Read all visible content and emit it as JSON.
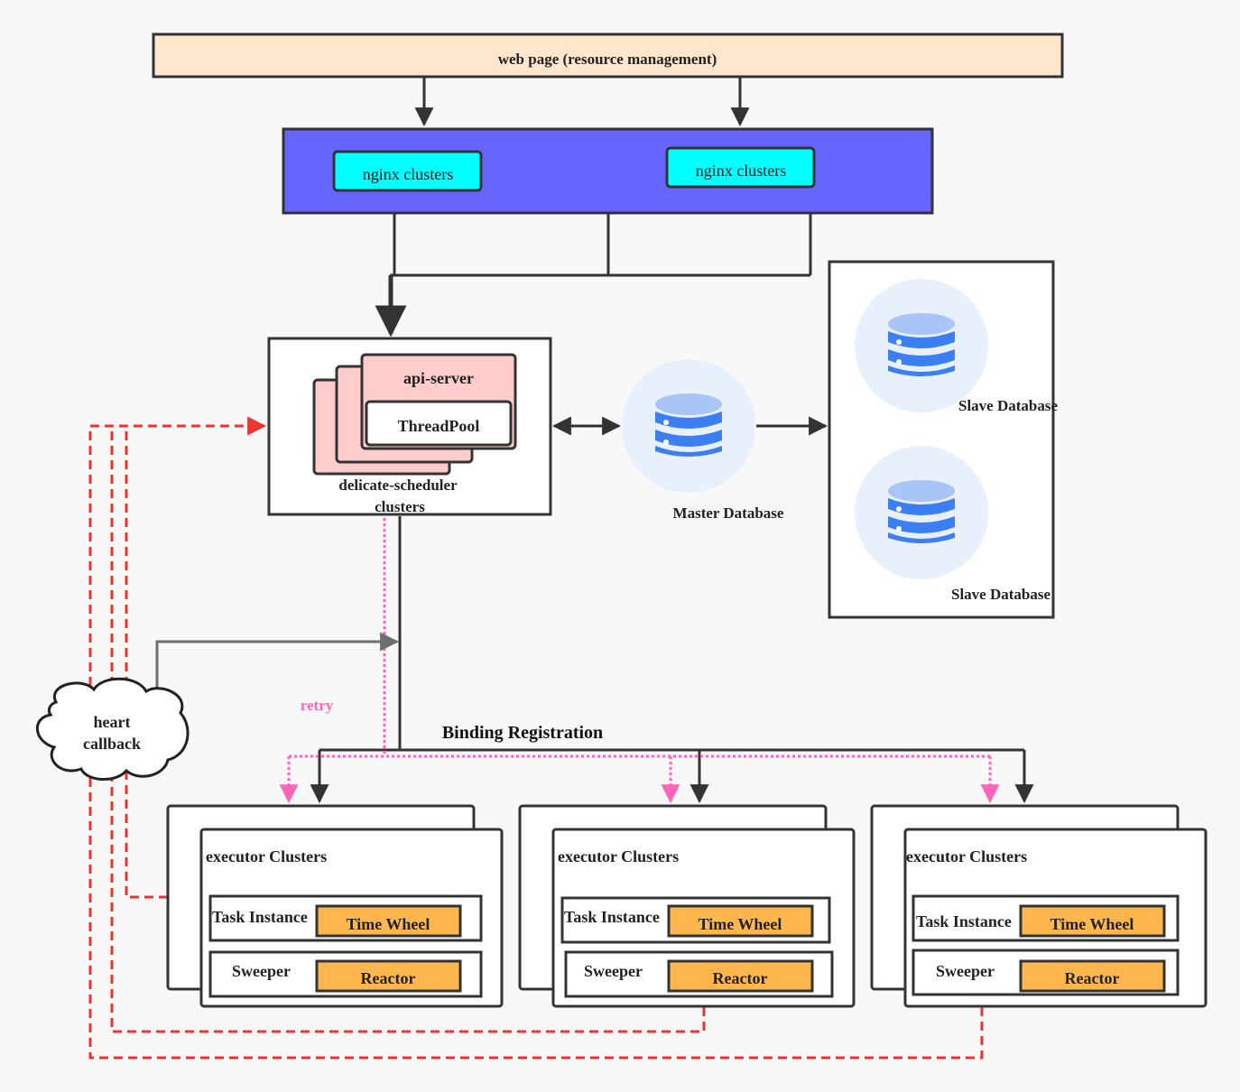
{
  "web_page": {
    "label": "web page (resource management)"
  },
  "nginx": {
    "left_label": "nginx clusters",
    "right_label": "nginx clusters"
  },
  "scheduler": {
    "api_server": "api-server",
    "thread_pool": "ThreadPool",
    "caption_line1": "delicate-scheduler",
    "caption_line2": "clusters"
  },
  "databases": {
    "master": "Master Database",
    "slave_top": "Slave Database",
    "slave_bottom": "Slave Database",
    "icon": "database-icon"
  },
  "heartbeat": {
    "line1": "heart",
    "line2": "callback"
  },
  "labels": {
    "retry": "retry",
    "binding": "Binding Registration"
  },
  "executors": [
    {
      "title": "executor Clusters",
      "task_instance": "Task Instance",
      "time_wheel": "Time Wheel",
      "sweeper": "Sweeper",
      "reactor": "Reactor"
    },
    {
      "title": "executor Clusters",
      "task_instance": "Task Instance",
      "time_wheel": "Time Wheel",
      "sweeper": "Sweeper",
      "reactor": "Reactor"
    },
    {
      "title": "executor Clusters",
      "task_instance": "Task Instance",
      "time_wheel": "Time Wheel",
      "sweeper": "Sweeper",
      "reactor": "Reactor"
    }
  ],
  "colors": {
    "background": "#f8f8f8",
    "web_page_fill": "#ffe6cc",
    "nginx_band": "#6666ff",
    "nginx_box": "#00ffff",
    "scheduler_card": "#ffcccc",
    "db_circle": "#e8effd",
    "db_icon": "#3b7ff3",
    "db_icon_light": "#a9c5f7",
    "orange": "#ffb74d",
    "heartbeat_line": "#ee3333",
    "retry_line": "#ff66bb",
    "stroke": "#333333"
  }
}
